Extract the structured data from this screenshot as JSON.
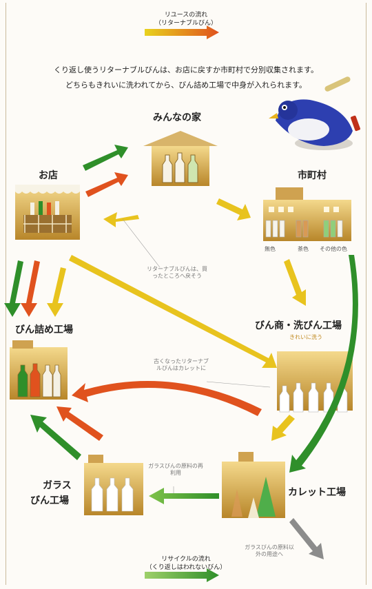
{
  "legend_top": {
    "line1": "リユースの流れ",
    "line2": "（リターナブルびん）"
  },
  "intro": {
    "line1": "くり返し使うリターナブルびんは、お店に戻すか市町村で分別収集されます。",
    "line2": "どちらもきれいに洗われてから、びん詰め工場で中身が入れられます。"
  },
  "nodes": {
    "home": "みんなの家",
    "shop": "お店",
    "city": "市町村",
    "filling_factory": "びん詰め工場",
    "bottle_washing": "びん商・洗びん工場",
    "glass_factory_line1": "ガラス",
    "glass_factory_line2": "びん工場",
    "cullet_factory": "カレット工場"
  },
  "sublabels": {
    "colorless": "無色",
    "brown": "茶色",
    "other": "その他の色",
    "wash": "きれいに洗う"
  },
  "notes": {
    "returnable_shop": "リターナブルびんは、買ったところへ戻そう",
    "old_to_cullet": "古くなったリターナブルびんはカレットに",
    "cullet_main_material": "ガラスびんの原料の再利用",
    "cullet_other_use": "ガラスびんの原料以外の用途へ"
  },
  "legend_bottom": {
    "line1": "リサイクルの流れ",
    "line2": "（くり返しはわれないびん）"
  },
  "colors": {
    "reuse_start": "#e8d21e",
    "reuse_end": "#e0521e",
    "recycle": "#2f8f2a",
    "gold": "#c89a2e",
    "gray_arrow": "#8c8c8c"
  },
  "icons": [
    "penguin-mascot-icon",
    "bottle-crate-icon",
    "house-icon",
    "factory-icon"
  ]
}
